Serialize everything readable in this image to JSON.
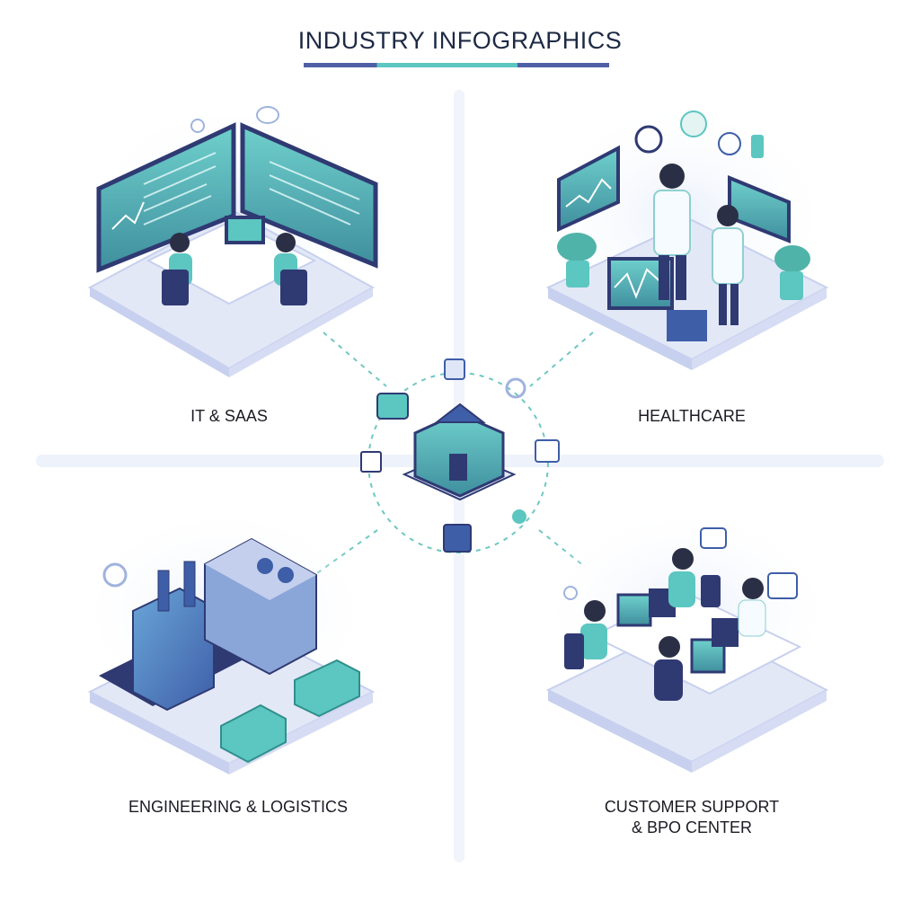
{
  "header": {
    "title": "INDUSTRY INFOGRAPHICS"
  },
  "sectors": {
    "it_saas": {
      "label": "IT & SAAS"
    },
    "healthcare": {
      "label": "HEALTHCARE"
    },
    "engineering": {
      "label": "ENGINEERING & LOGISTICS"
    },
    "customer_support": {
      "label_line1": "CUSTOMER SUPPORT",
      "label_line2": "& BPO CENTER"
    }
  },
  "colors": {
    "navy": "#2f3a73",
    "indigo": "#4f5fa6",
    "teal": "#5cc6c0",
    "teal_dark": "#2f8f8c",
    "platform": "#e3e8f7",
    "platform_edge": "#c7d0ee",
    "connector": "#6fc7c2"
  },
  "icons": [
    "hub-building-icon",
    "chat-bubble-icon",
    "gear-icon",
    "pill-icon",
    "laptop-icon",
    "headset-icon",
    "database-icon",
    "document-icon"
  ]
}
